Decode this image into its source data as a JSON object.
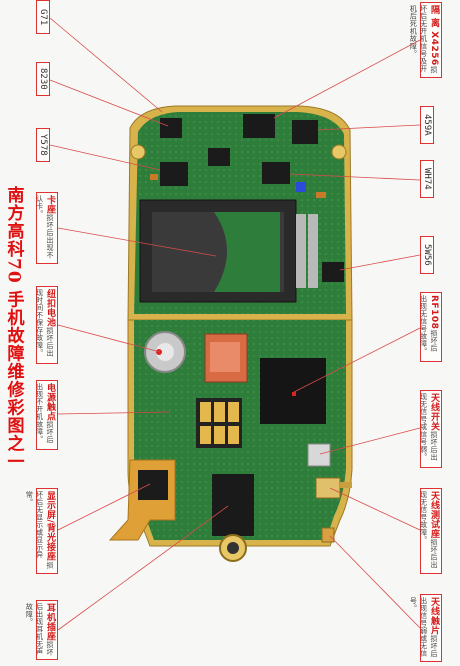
{
  "title": "南方高科70 手机故障维修彩图之一",
  "codes": {
    "g71": "G71",
    "c8230": "8230",
    "y578": "Y578",
    "c459a": "459A",
    "wh74": "WH74",
    "c5w56": "5W56"
  },
  "labels": {
    "isolator": {
      "head": "隔 离 X4256",
      "body": "损坏后无开机信号及开机后死机故障。"
    },
    "card": {
      "head": "卡座",
      "body": "损坏后出现不认卡。"
    },
    "battery": {
      "head": "纽扣电池",
      "body": "损坏后出现时间不保存故障。"
    },
    "power": {
      "head": "电源触点",
      "body": "损坏后出现不开机故障。"
    },
    "display": {
      "head": "显示屏/背光接座",
      "body": "损坏后无显示或显示异常。"
    },
    "earphone": {
      "head": "耳机插座",
      "body": "损坏后出现耳机无声故障。"
    },
    "rf": {
      "head": "RF108",
      "body": "损坏后出现无信号故障。"
    },
    "antenna": {
      "head": "天线开关",
      "body": "损坏后出现无信号或信号弱。"
    },
    "testseat": {
      "head": "天线测试座",
      "body": "损坏后出现无信号故障。"
    },
    "antcontact": {
      "head": "天线触片",
      "body": "损坏后出现信号弱或无信号。"
    }
  },
  "colors": {
    "accent": "#d32020",
    "pcb_green": "#2f7d3a",
    "gold": "#d8b24a"
  }
}
